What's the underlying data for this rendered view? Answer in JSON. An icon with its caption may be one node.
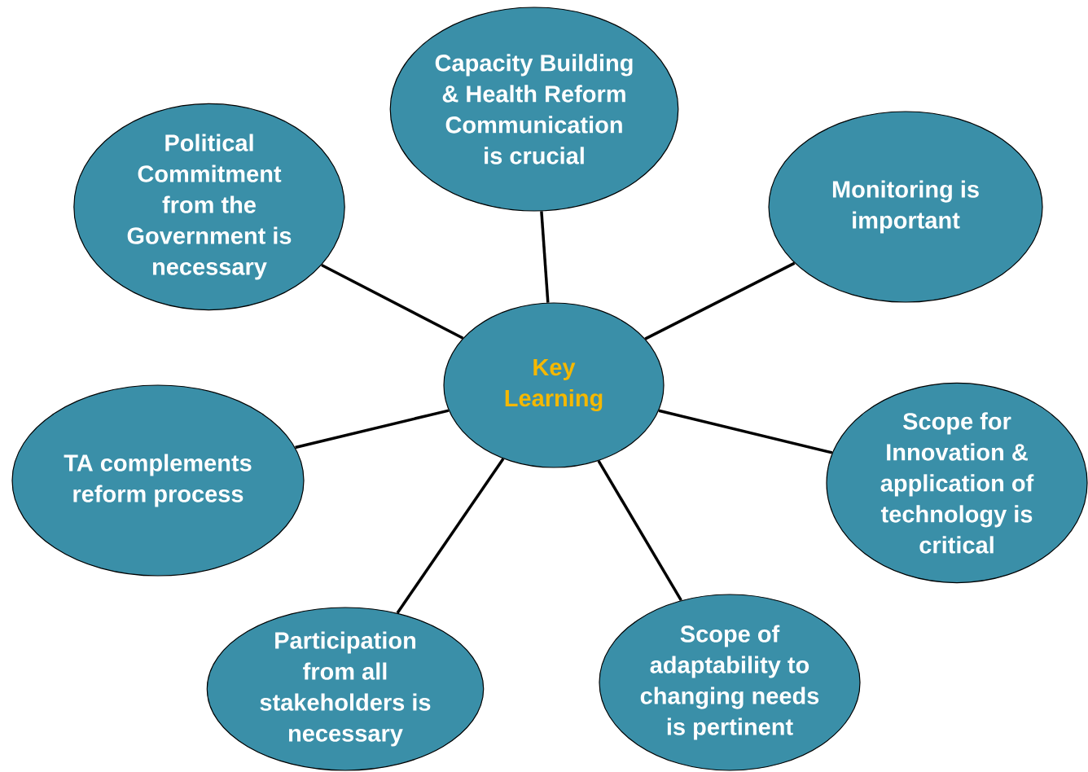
{
  "diagram": {
    "nodes": [
      {
        "text": [
          "Capacity Building & Health Reform Communication is crucial"
        ]
      },
      {
        "text": [
          "Political Commitment from the Government is necessary"
        ]
      },
      {
        "text": [
          "Monitoring is important"
        ]
      },
      {
        "text": [
          "Key Learning"
        ]
      },
      {
        "text": [
          "Scope for Innovation & application of technology is critical"
        ]
      },
      {
        "text": [
          "TA complements reform process"
        ]
      },
      {
        "text": [
          "Scope of adaptability to changing needs is pertinent"
        ]
      },
      {
        "text": [
          "Participation from all stakeholders is necessary"
        ]
      }
    ],
    "edges": [
      {
        "from": 3,
        "to": 0,
        "arrow": "none"
      },
      {
        "from": 3,
        "to": 1,
        "arrow": "none"
      },
      {
        "from": 3,
        "to": 2,
        "arrow": "none"
      },
      {
        "from": 3,
        "to": 4,
        "arrow": "none"
      },
      {
        "from": 3,
        "to": 5,
        "arrow": "none"
      },
      {
        "from": 3,
        "to": 6,
        "arrow": "none"
      },
      {
        "from": 3,
        "to": 7,
        "arrow": "none"
      }
    ]
  }
}
